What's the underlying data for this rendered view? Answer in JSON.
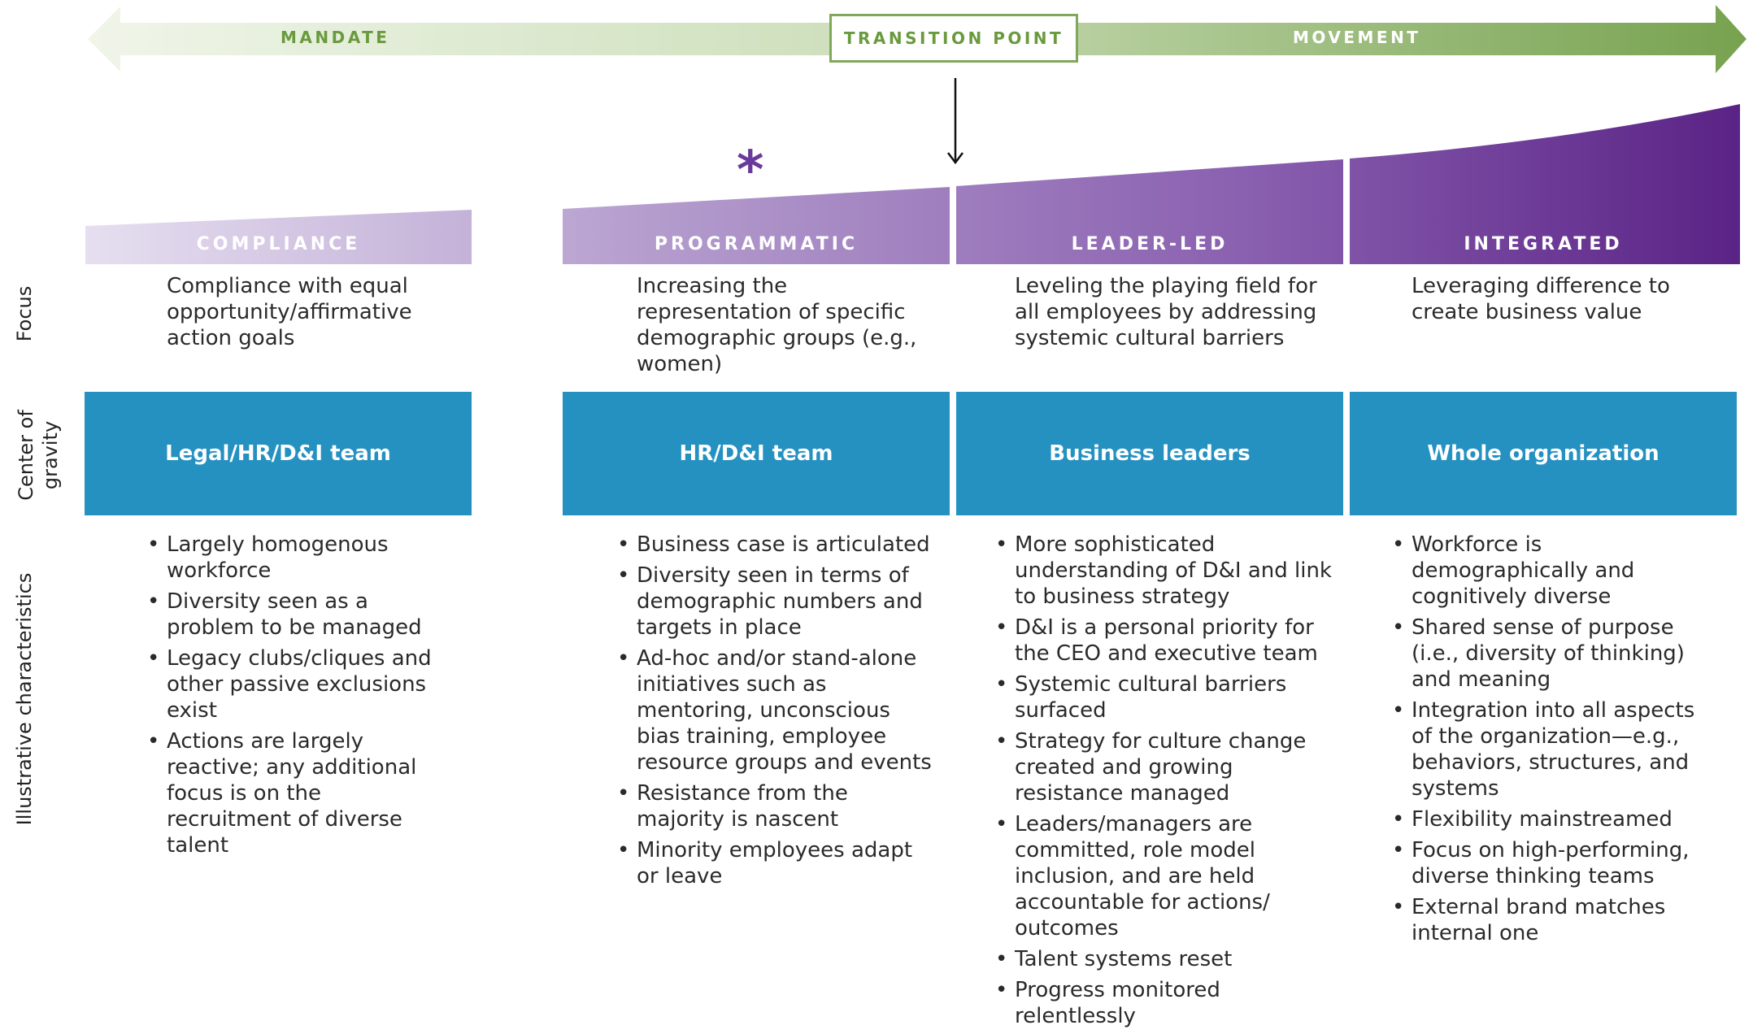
{
  "arrow": {
    "left_label": "MANDATE",
    "center_label": "TRANSITION POINT",
    "right_label": "MOVEMENT"
  },
  "colors": {
    "arrow_light": "#eef3e6",
    "arrow_dark": "#7fa85a",
    "green_text": "#6a9a3e",
    "purple_light": "#e4dcef",
    "purple_dark": "#5a2a8a",
    "gravity_blue": "#2591c1",
    "asterisk": "#6a3a9a"
  },
  "asterisk": "*",
  "row_labels": {
    "focus": "Focus",
    "gravity_line1": "Center of",
    "gravity_line2": "gravity",
    "characteristics": "Illustrative characteristics"
  },
  "stages": [
    {
      "name": "COMPLIANCE",
      "focus": "Compliance with equal opportunity/affirmative action goals",
      "gravity": "Legal/HR/D&I team",
      "characteristics": [
        "Largely homogenous workforce",
        "Diversity seen as a problem to be managed",
        "Legacy clubs/cliques and other passive exclusions exist",
        "Actions are largely reactive; any additional focus is on the recruitment of diverse talent"
      ]
    },
    {
      "name": "PROGRAMMATIC",
      "focus": "Increasing the representation of specific demographic groups (e.g., women)",
      "gravity": "HR/D&I team",
      "characteristics": [
        "Business case is articulated",
        "Diversity seen in terms of demographic numbers and targets in place",
        "Ad-hoc and/or stand-alone initiatives such as mentoring, unconscious bias training, employee resource groups and events",
        "Resistance from the majority is nascent",
        "Minority employees adapt or leave"
      ]
    },
    {
      "name": "LEADER-LED",
      "focus": "Leveling the playing field for all employees by addressing systemic cultural barriers",
      "gravity": "Business leaders",
      "characteristics": [
        "More sophisticated understanding of D&I and link to business strategy",
        "D&I is a personal priority for the CEO and executive team",
        "Systemic cultural barriers surfaced",
        "Strategy for culture change created and growing resistance managed",
        "Leaders/managers are committed, role model inclusion, and are held accountable for actions/ outcomes",
        "Talent systems reset",
        "Progress monitored relentlessly"
      ]
    },
    {
      "name": "INTEGRATED",
      "focus": "Leveraging difference to create business value",
      "gravity": "Whole organization",
      "characteristics": [
        "Workforce is demographically and cognitively diverse",
        "Shared sense of purpose (i.e., diversity of thinking) and meaning",
        "Integration into all aspects of the organization—e.g., behaviors, structures, and systems",
        "Flexibility mainstreamed",
        "Focus on high-performing, diverse thinking teams",
        "External brand matches internal one"
      ]
    }
  ]
}
